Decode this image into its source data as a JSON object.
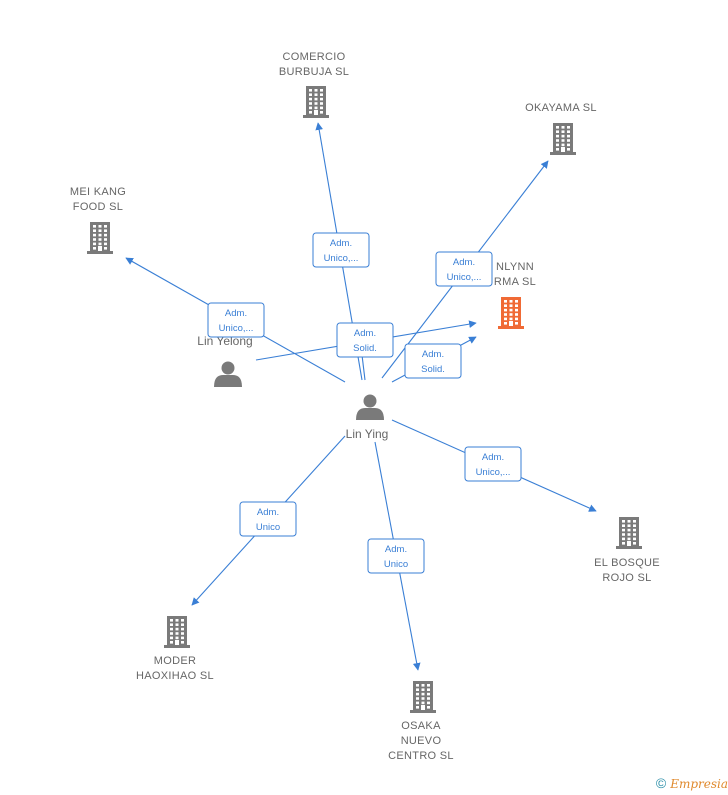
{
  "colors": {
    "edge": "#3a7fd5",
    "building": "#7a7a7a",
    "building_highlight": "#f06a35",
    "person": "#7a7a7a",
    "label": "#666666"
  },
  "companies": [
    {
      "id": "comercio",
      "lines": [
        "COMERCIO",
        "BURBUJA  SL"
      ],
      "icon": "building-icon",
      "highlight": false
    },
    {
      "id": "okayama",
      "lines": [
        "OKAYAMA  SL"
      ],
      "icon": "building-icon",
      "highlight": false
    },
    {
      "id": "meikang",
      "lines": [
        "MEI KANG",
        "FOOD  SL"
      ],
      "icon": "building-icon",
      "highlight": false
    },
    {
      "id": "inlynn",
      "lines": [
        "NLYNN",
        "RMA  SL"
      ],
      "icon": "building-icon",
      "highlight": true
    },
    {
      "id": "bosque",
      "lines": [
        "EL BOSQUE",
        "ROJO SL"
      ],
      "icon": "building-icon",
      "highlight": false
    },
    {
      "id": "moder",
      "lines": [
        "MODER",
        "HAOXIHAO  SL"
      ],
      "icon": "building-icon",
      "highlight": false
    },
    {
      "id": "osaka",
      "lines": [
        "OSAKA",
        "NUEVO",
        "CENTRO SL"
      ],
      "icon": "building-icon",
      "highlight": false
    }
  ],
  "persons": [
    {
      "id": "linyelong",
      "label": "Lin Yelong",
      "icon": "person-icon"
    },
    {
      "id": "linying",
      "label": "Lin Ying",
      "icon": "person-icon"
    }
  ],
  "relations": [
    {
      "id": "r-comercio",
      "lines": [
        "Adm.",
        "Unico,..."
      ]
    },
    {
      "id": "r-okayama",
      "lines": [
        "Adm.",
        "Unico,..."
      ]
    },
    {
      "id": "r-meikang",
      "lines": [
        "Adm.",
        "Unico,..."
      ]
    },
    {
      "id": "r-yelong",
      "lines": [
        "Adm.",
        "Solid."
      ]
    },
    {
      "id": "r-ying-inlynn",
      "lines": [
        "Adm.",
        "Solid."
      ]
    },
    {
      "id": "r-bosque",
      "lines": [
        "Adm.",
        "Unico,..."
      ]
    },
    {
      "id": "r-moder",
      "lines": [
        "Adm.",
        "Unico"
      ]
    },
    {
      "id": "r-osaka",
      "lines": [
        "Adm.",
        "Unico"
      ]
    }
  ],
  "brand": {
    "copyright": "©",
    "name": "Empresia"
  }
}
